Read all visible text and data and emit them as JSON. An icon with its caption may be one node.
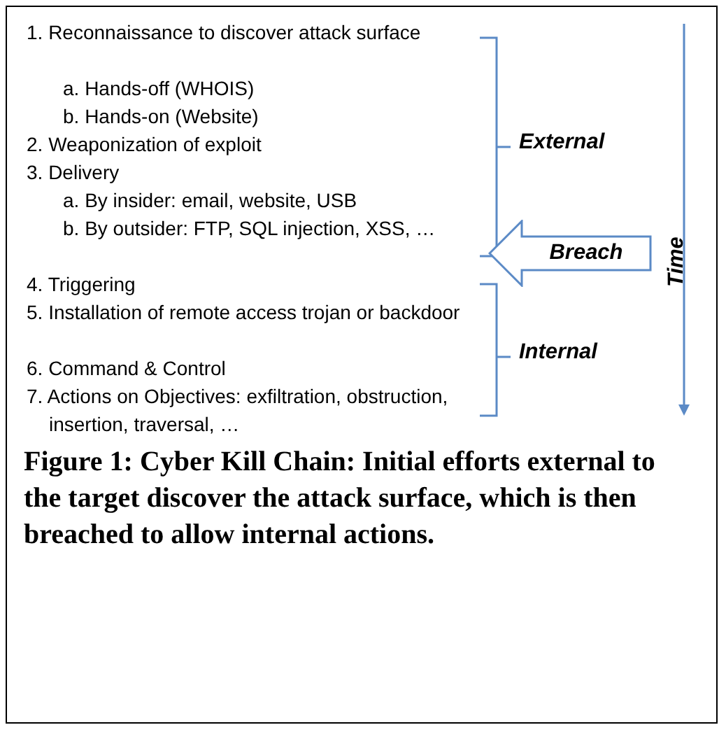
{
  "diagram": {
    "caption": "Figure 1: Cyber Kill Chain: Initial efforts external to the target discover the attack surface, which is then breached to allow internal actions.",
    "nodes": [
      {
        "text": [
          "Breach"
        ]
      }
    ],
    "labels": [
      "1. Reconnaissance to discover attack surface",
      "a. Hands-off (WHOIS)",
      "b. Hands-on (Website)",
      "2. Weaponization of exploit",
      "3. Delivery",
      "a. By insider: email, website, USB",
      "b. By outsider: FTP, SQL injection, XSS, …",
      "4. Triggering",
      "5. Installation of remote access trojan or backdoor",
      "6. Command & Control",
      "7. Actions on Objectives: exfiltration, obstruction, insertion, traversal, …",
      "External",
      "Internal",
      "Time"
    ]
  }
}
